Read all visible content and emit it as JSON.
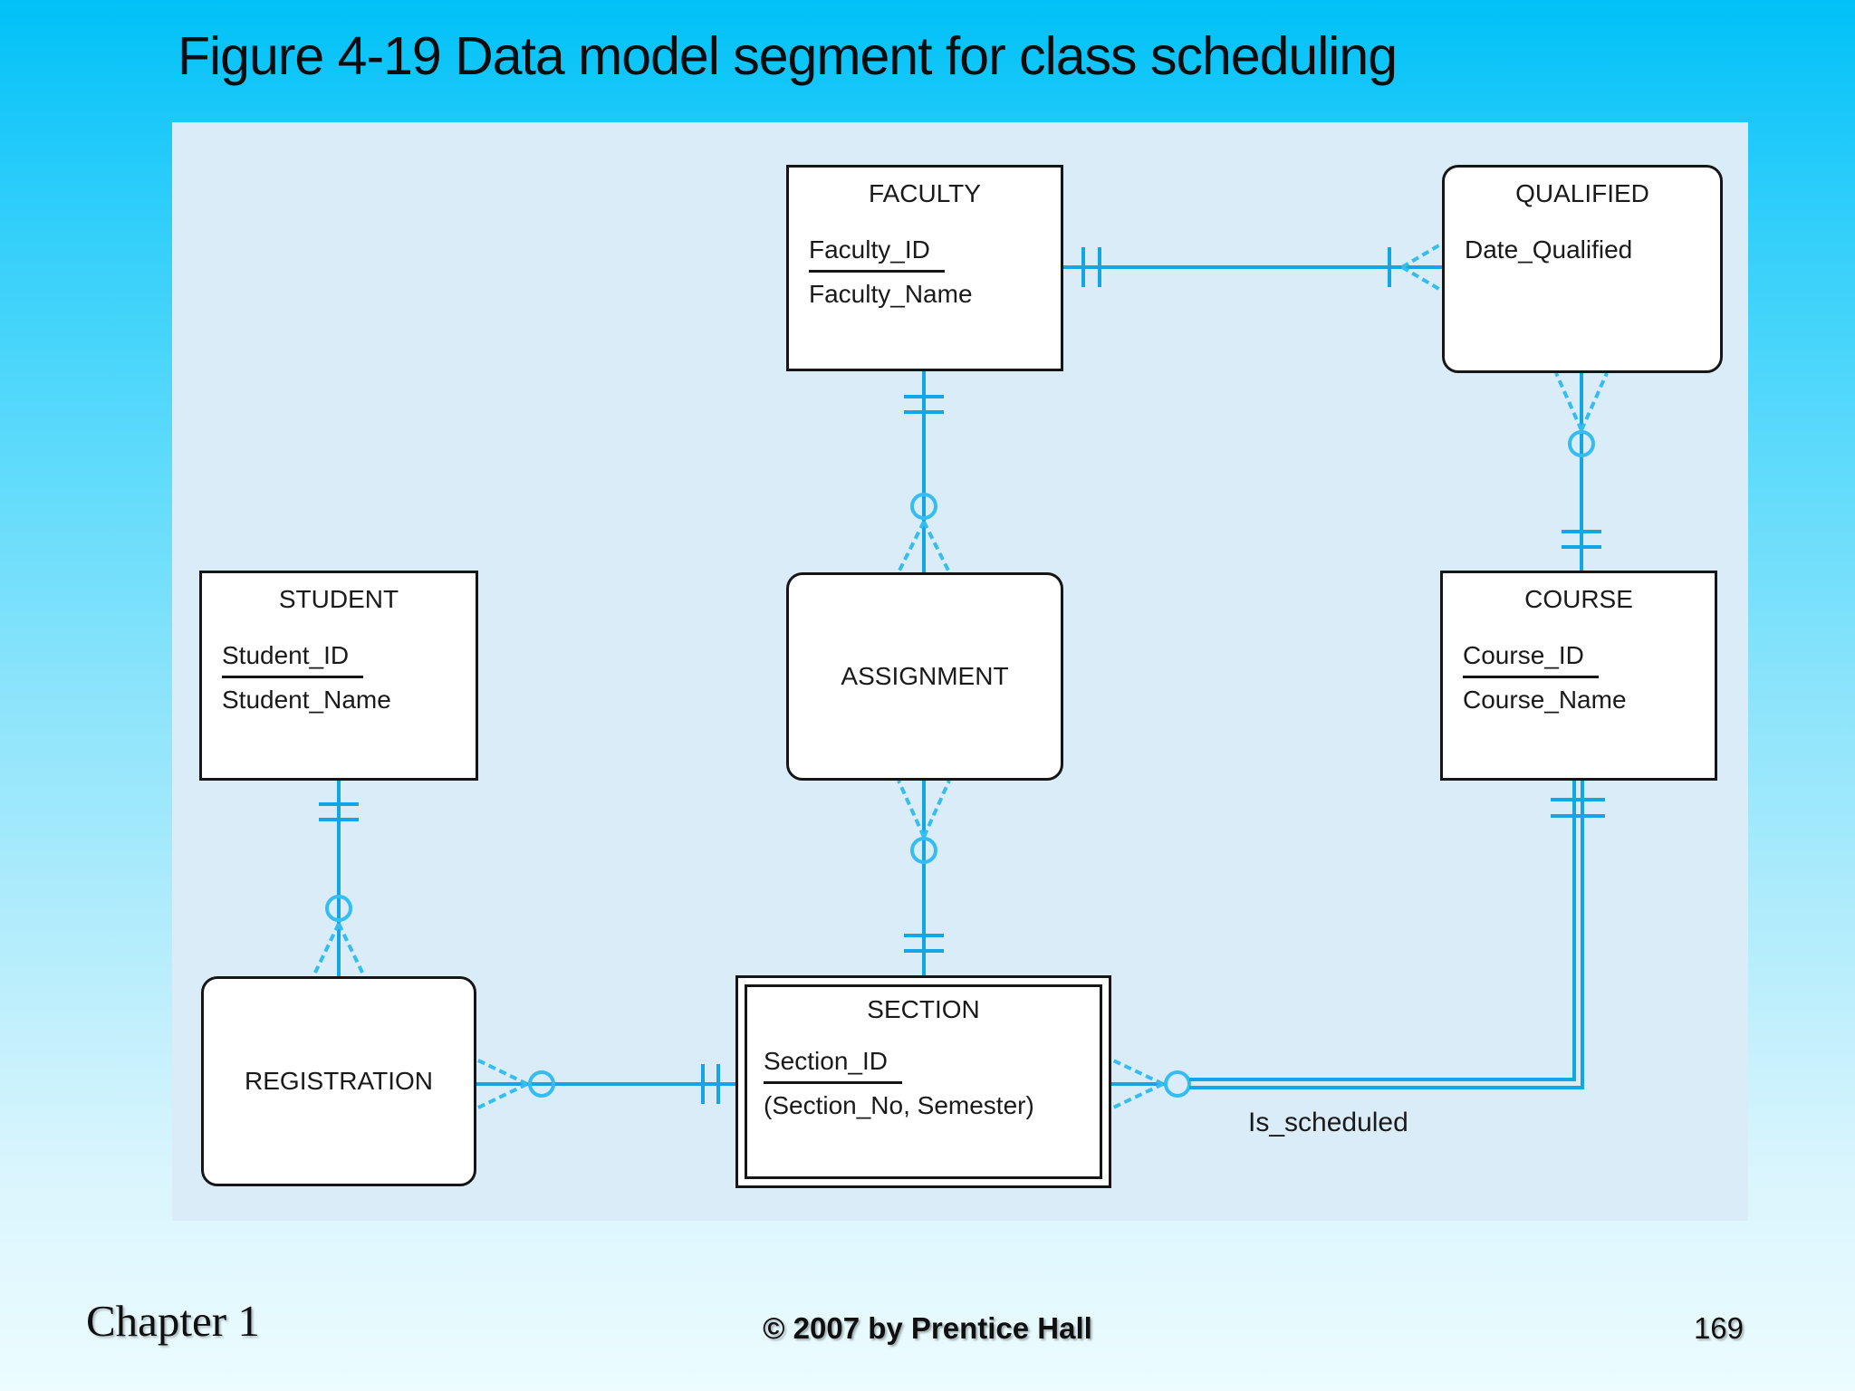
{
  "slide": {
    "title": "Figure 4-19 Data model segment for class scheduling"
  },
  "footer": {
    "chapter": "Chapter 1",
    "copyright": "© 2007 by Prentice Hall",
    "page": "169"
  },
  "diagram": {
    "colors": {
      "connector_line": "#14a5e4",
      "connector_fan": "#35bdf1",
      "panel_background": "#d9ecf7",
      "entity_border": "#161616",
      "entity_fill": "#ffffff",
      "slide_top": "#00c1f8",
      "slide_bottom": "#ecfcff"
    },
    "relationship_label": "Is_scheduled",
    "entities": [
      {
        "id": "faculty",
        "name": "FACULTY",
        "shape": "rectangle",
        "attributes": [
          {
            "text": "Faculty_ID",
            "key": true
          },
          {
            "text": "Faculty_Name",
            "key": false
          }
        ]
      },
      {
        "id": "qualified",
        "name": "QUALIFIED",
        "shape": "rounded",
        "attributes": [
          {
            "text": "Date_Qualified",
            "key": false
          }
        ]
      },
      {
        "id": "student",
        "name": "STUDENT",
        "shape": "rectangle",
        "attributes": [
          {
            "text": "Student_ID",
            "key": true
          },
          {
            "text": "Student_Name",
            "key": false
          }
        ]
      },
      {
        "id": "assignment",
        "name": "ASSIGNMENT",
        "shape": "rounded",
        "attributes": []
      },
      {
        "id": "course",
        "name": "COURSE",
        "shape": "rectangle",
        "attributes": [
          {
            "text": "Course_ID",
            "key": true
          },
          {
            "text": "Course_Name",
            "key": false
          }
        ]
      },
      {
        "id": "registration",
        "name": "REGISTRATION",
        "shape": "rounded",
        "attributes": []
      },
      {
        "id": "section",
        "name": "SECTION",
        "shape": "double-rectangle",
        "attributes": [
          {
            "text": "Section_ID",
            "key": true
          },
          {
            "text": "(Section_No, Semester)",
            "key": false
          }
        ]
      }
    ]
  }
}
